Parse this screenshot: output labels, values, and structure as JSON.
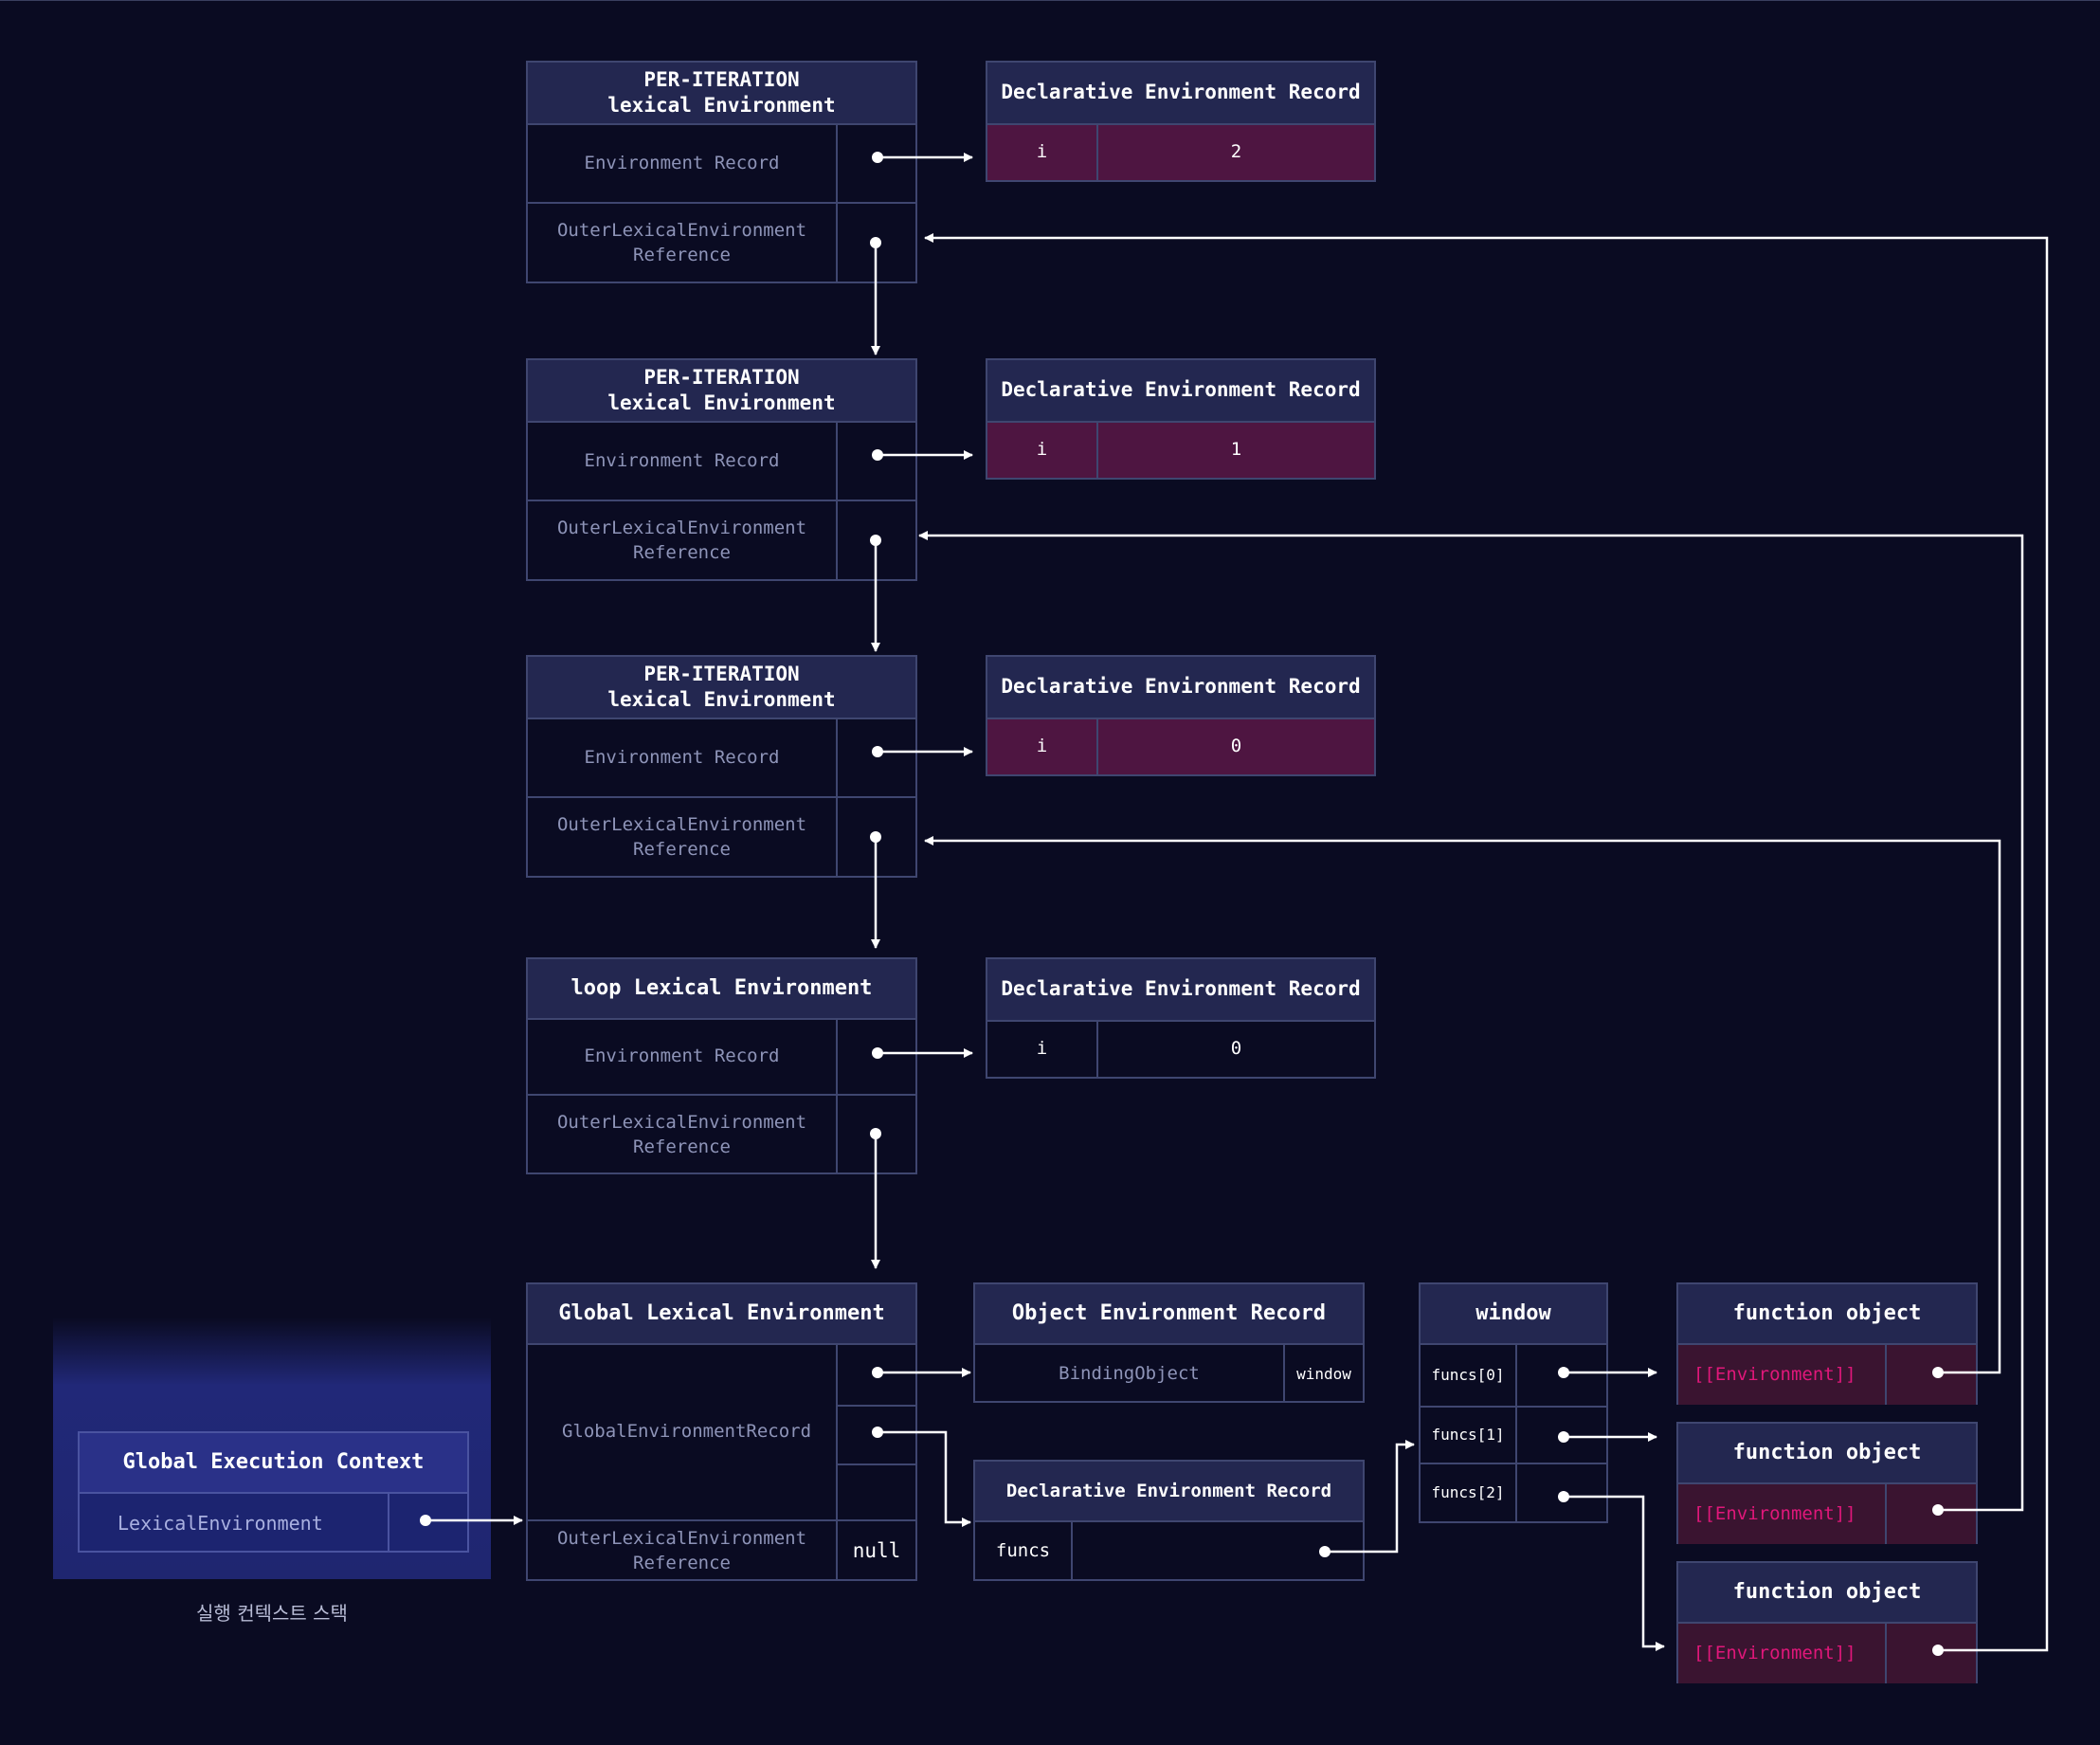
{
  "per_iteration_envs": [
    {
      "title_line1": "PER-ITERATION",
      "title_line2": "lexical Environment",
      "env_record_label": "Environment Record",
      "outer_label_line1": "OuterLexicalEnvironment",
      "outer_label_line2": "Reference"
    },
    {
      "title_line1": "PER-ITERATION",
      "title_line2": "lexical Environment",
      "env_record_label": "Environment Record",
      "outer_label_line1": "OuterLexicalEnvironment",
      "outer_label_line2": "Reference"
    },
    {
      "title_line1": "PER-ITERATION",
      "title_line2": "lexical Environment",
      "env_record_label": "Environment Record",
      "outer_label_line1": "OuterLexicalEnvironment",
      "outer_label_line2": "Reference"
    }
  ],
  "loop_env": {
    "title": "loop Lexical Environment",
    "env_record_label": "Environment Record",
    "outer_label_line1": "OuterLexicalEnvironment",
    "outer_label_line2": "Reference"
  },
  "decl_records": [
    {
      "title": "Declarative Environment Record",
      "key": "i",
      "value": "2"
    },
    {
      "title": "Declarative Environment Record",
      "key": "i",
      "value": "1"
    },
    {
      "title": "Declarative Environment Record",
      "key": "i",
      "value": "0"
    },
    {
      "title": "Declarative Environment Record",
      "key": "i",
      "value": "0"
    }
  ],
  "global_env": {
    "title": "Global Lexical Environment",
    "record_label": "GlobalEnvironmentRecord",
    "outer_label_line1": "OuterLexicalEnvironment",
    "outer_label_line2": "Reference",
    "outer_value": "null"
  },
  "object_env_record": {
    "title": "Object Environment Record",
    "binding_label": "BindingObject",
    "binding_value": "window"
  },
  "global_decl_record": {
    "title": "Declarative Environment Record",
    "key": "funcs"
  },
  "window_obj": {
    "title": "window",
    "items": [
      "funcs[0]",
      "funcs[1]",
      "funcs[2]"
    ]
  },
  "function_objects": [
    {
      "title": "function object",
      "slot": "[[Environment]]"
    },
    {
      "title": "function object",
      "slot": "[[Environment]]"
    },
    {
      "title": "function object",
      "slot": "[[Environment]]"
    }
  ],
  "execution_context": {
    "title": "Global Execution Context",
    "field": "LexicalEnvironment"
  },
  "stack_caption": "실행 컨텍스트 스택",
  "colors": {
    "background": "#0a0b22",
    "header": "#232750",
    "border": "#3f4670",
    "record_value_fill": "#4e1541",
    "slot_text": "#e0177a",
    "stack": "#212878",
    "wire": "#ffffff"
  }
}
